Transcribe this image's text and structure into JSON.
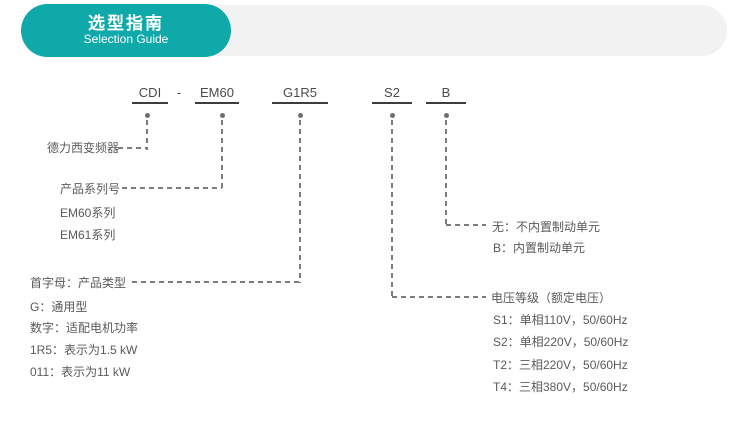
{
  "colors": {
    "accent_teal": "#10a9a9",
    "header_bar_gray": "#f2f2f2",
    "code_text": "#4a4a4a",
    "label_text": "#5a5a5a",
    "dash_gray": "#7c7c7c",
    "underline_dark": "#3d3d3d"
  },
  "header": {
    "title_zh": "选型指南",
    "title_en": "Selection Guide"
  },
  "model_code": {
    "prefix": "CDI",
    "separator": "-",
    "series": "EM60",
    "power": "G1R5",
    "voltage": "S2",
    "brake": "B"
  },
  "labels": {
    "brand": "德力西变频器",
    "series_title": "产品系列号",
    "series_item_1": "EM60系列",
    "series_item_2": "EM61系列",
    "type_title": "首字母：产品类型",
    "type_item_1": "G：通用型",
    "type_item_2": "数字：适配电机功率",
    "type_item_3": "1R5：表示为1.5 kW",
    "type_item_4": "011：表示为11 kW",
    "brake_item_none": "无：不内置制动单元",
    "brake_item_b": "B：内置制动单元",
    "voltage_title": "电压等级（额定电压）",
    "voltage_item_1": "S1：单相110V，50/60Hz",
    "voltage_item_2": "S2：单相220V，50/60Hz",
    "voltage_item_3": "T2：三相220V，50/60Hz",
    "voltage_item_4": "T4：三相380V，50/60Hz"
  }
}
